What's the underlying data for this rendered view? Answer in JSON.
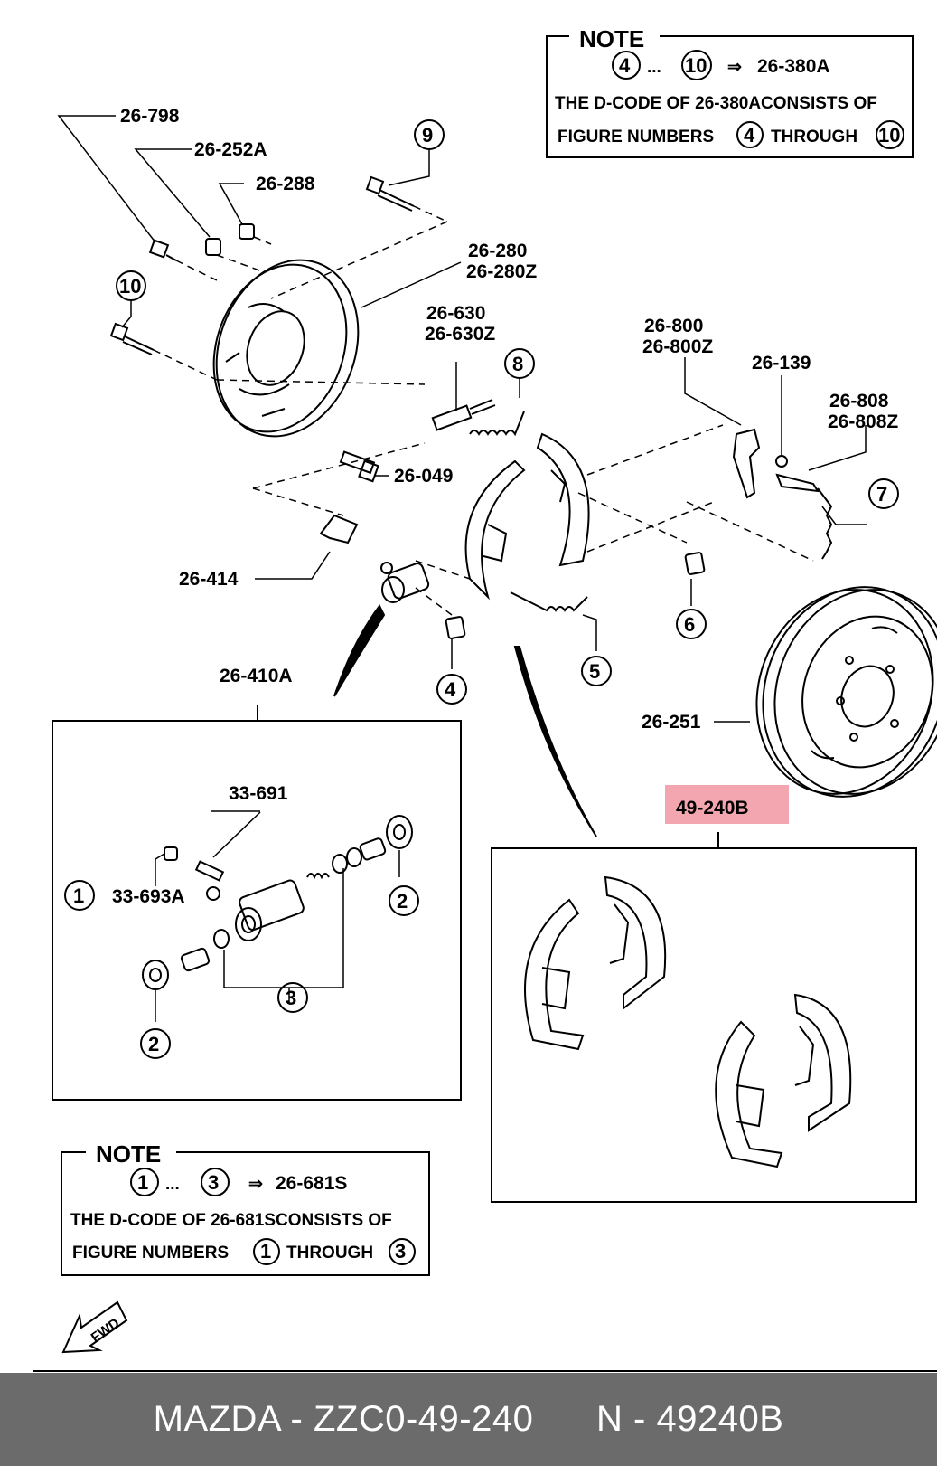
{
  "part_labels": {
    "p26_798": "26-798",
    "p26_252A": "26-252A",
    "p26_288": "26-288",
    "p26_280": "26-280",
    "p26_280Z": "26-280Z",
    "p26_630": "26-630",
    "p26_630Z": "26-630Z",
    "p26_049": "26-049",
    "p26_414": "26-414",
    "p26_800": "26-800",
    "p26_800Z": "26-800Z",
    "p26_139": "26-139",
    "p26_808": "26-808",
    "p26_808Z": "26-808Z",
    "p26_251": "26-251",
    "p26_410A": "26-410A",
    "p33_691": "33-691",
    "p33_693A": "33-693A",
    "p49_240B": "49-240B"
  },
  "circle_numbers": {
    "n1": "1",
    "n2": "2",
    "n3": "3",
    "n4": "4",
    "n5": "5",
    "n6": "6",
    "n7": "7",
    "n8": "8",
    "n9": "9",
    "n10": "10"
  },
  "note_top": {
    "title": "NOTE",
    "range_start": "4",
    "ellipsis": "...",
    "range_end": "10",
    "arrow": "⇒",
    "code": "26-380A",
    "line2": "THE D-CODE OF 26-380ACONSISTS  OF",
    "line3_a": "FIGURE NUMBERS",
    "line3_b": "THROUGH"
  },
  "note_bottom": {
    "title": "NOTE",
    "range_start": "1",
    "ellipsis": "...",
    "range_end": "3",
    "arrow": "⇒",
    "code": "26-681S",
    "line2": "THE D-CODE OF 26-681SCONSISTS  OF",
    "line3_a": "FIGURE NUMBERS",
    "line3_b": "THROUGH"
  },
  "fwd_label": "FWD",
  "highlight_color": "#f4a6b0",
  "footer": {
    "brand": "MAZDA - ZZC0-49-240",
    "code": "N - 49240B"
  }
}
